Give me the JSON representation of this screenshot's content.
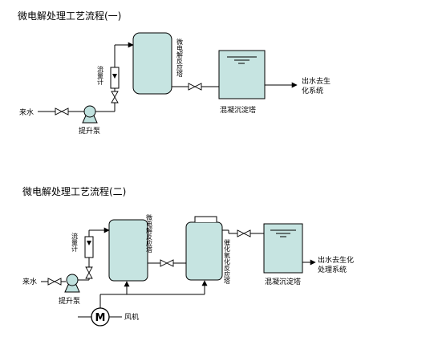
{
  "process1": {
    "title": "微电解处理工艺流程(一)",
    "inlet": "来水",
    "pump": "提升泵",
    "flowmeter": "流量计",
    "reactor": "微电解反应塔",
    "settler": "混凝沉淀塔",
    "outlet": [
      "出水去生",
      "化系统"
    ]
  },
  "process2": {
    "title": "微电解处理工艺流程(二)",
    "inlet": "来水",
    "pump": "提升泵",
    "flowmeter": "流量计",
    "reactor": "微电解反应塔",
    "oxidation": "催化氧化反应塔",
    "settler": "混凝沉淀塔",
    "outlet": [
      "出水去生化",
      "处理系统"
    ],
    "blower_symbol": "M",
    "blower": "风机"
  },
  "colors": {
    "vessel_fill": "#c6e4e1",
    "line": "#000000"
  }
}
